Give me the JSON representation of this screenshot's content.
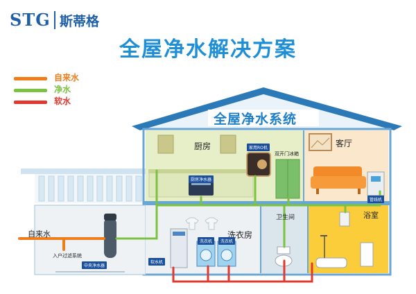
{
  "brand": {
    "name_en": "STG",
    "name_cn": "斯蒂格"
  },
  "title": "全屋净水解决方案",
  "legend": [
    {
      "label": "自来水",
      "color": "#ef7d1a"
    },
    {
      "label": "净水",
      "color": "#7cc242"
    },
    {
      "label": "软水",
      "color": "#e03a2f"
    }
  ],
  "system_label": "全屋净水系统",
  "rooms": {
    "kitchen": "厨房",
    "living": "客厅",
    "laundry": "洗衣房",
    "bathroom": "卫生间",
    "shower_room": "浴室"
  },
  "devices": {
    "ro_machine": "家用RO机",
    "fridge": "双开门冰箱",
    "purifier": "厨房净水器",
    "pipeline_dispenser": "管线机",
    "inlet": "自来水",
    "prefilter": "入户过滤系统",
    "central_purifier": "中央净水器",
    "softener": "软水机",
    "washer1": "洗衣机",
    "washer2": "洗衣机"
  }
}
